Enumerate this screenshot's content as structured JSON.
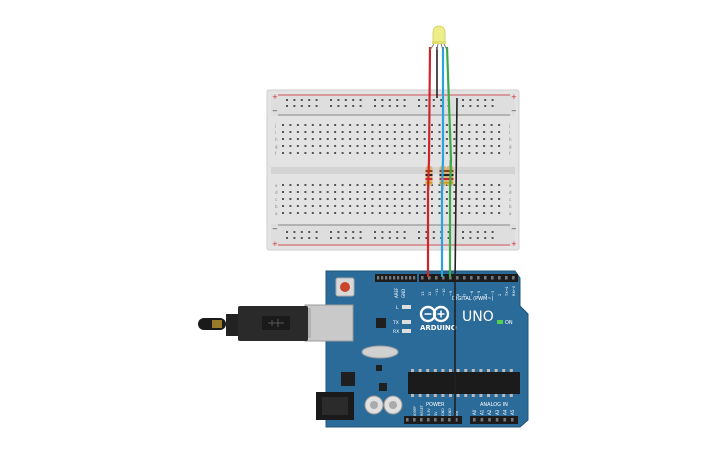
{
  "board": {
    "brand": "ARDUINO",
    "model": "UNO",
    "on_label": "ON",
    "tx_label": "TX",
    "rx_label": "RX",
    "l_label": "L",
    "digital_label": "DIGITAL (PWM~)",
    "power_label": "POWER",
    "analog_label": "ANALOG IN",
    "aref_label": "AREF",
    "gnd_label": "GND",
    "digital_pins": [
      "13",
      "12",
      "~11",
      "~10",
      "~9",
      "8",
      "7",
      "~6",
      "~5",
      "4",
      "~3",
      "2",
      "TX→1",
      "RX←0"
    ],
    "power_pins": [
      "IOREF",
      "RESET",
      "3.3V",
      "5V",
      "GND",
      "GND",
      "Vin"
    ],
    "analog_pins": [
      "A0",
      "A1",
      "A2",
      "A3",
      "A4",
      "A5"
    ]
  },
  "breadboard": {
    "row_letters_top": [
      "j",
      "i",
      "h",
      "g",
      "f"
    ],
    "row_letters_bottom": [
      "e",
      "d",
      "c",
      "b",
      "a"
    ],
    "rail_plus": "+",
    "rail_minus": "−"
  },
  "colors": {
    "board_blue": "#2a6b99",
    "breadboard": "#e2e2e2",
    "wire_red": "#d0242b",
    "wire_blue": "#2ba3dd",
    "wire_green": "#3aa94a",
    "wire_black": "#222222",
    "led_body": "#eded8a"
  }
}
